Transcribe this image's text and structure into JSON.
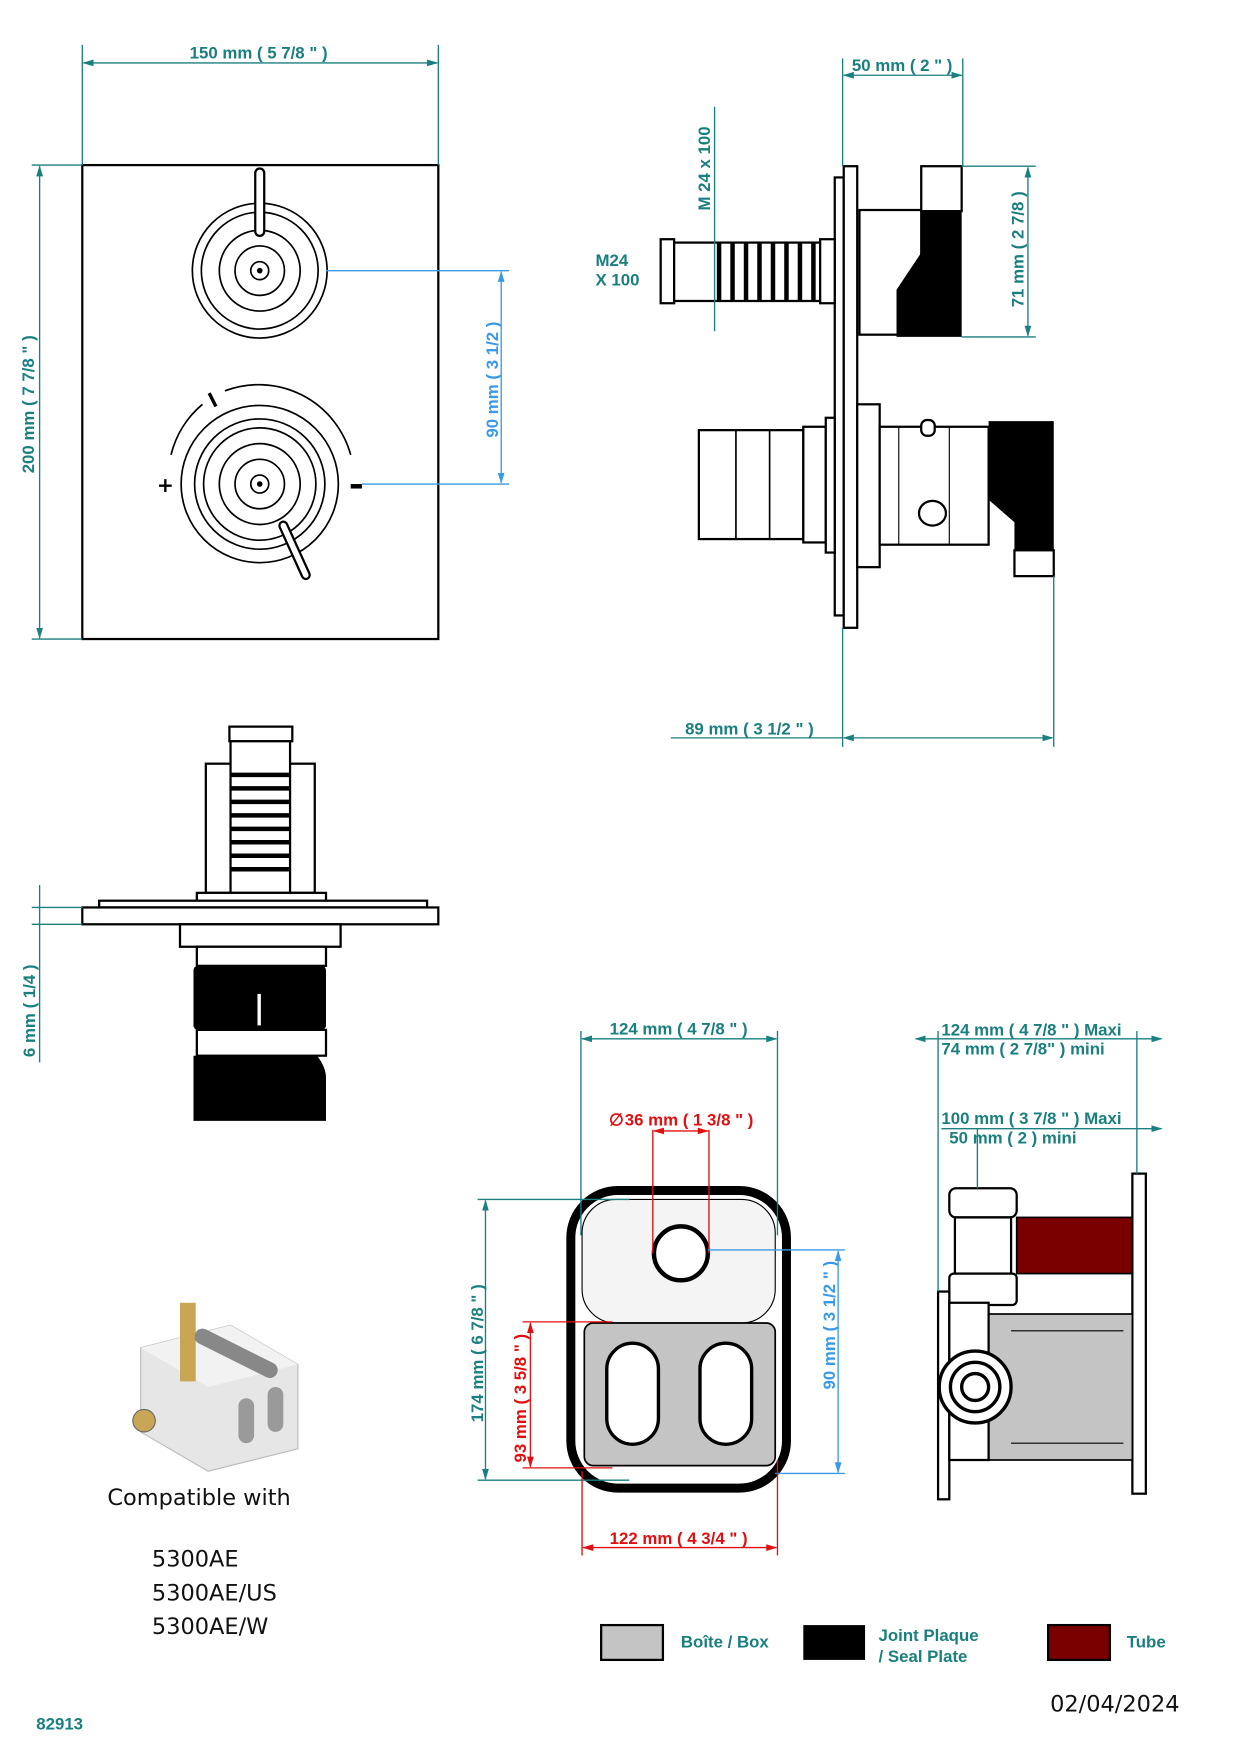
{
  "dimensions": {
    "front_width": "150 mm ( 5 7/8 \" )",
    "front_height": "200 mm ( 7 7/8 \" )",
    "knob_spacing": "90 mm ( 3 1/2 )",
    "side_depth_top": "50 mm ( 2 \" )",
    "thread_vertical": "M 24  x 100",
    "thread_label_line1": "M24",
    "thread_label_line2": "X 100",
    "handle_height": "71 mm ( 2 7/8 )",
    "side_depth_total": "89 mm ( 3 1/2 \" )",
    "plate_thickness": "6 mm ( 1/4 )",
    "box_width": "124 mm ( 4 7/8 \" )",
    "hole_diameter": "36 mm ( 1 3/8 \" )",
    "box_height": "174 mm ( 6 7/8 \" )",
    "box_lower_height": "93 mm ( 3 5/8 \" )",
    "box_hole_offset": "90 mm ( 3 1/2 \" )",
    "box_inner_width": "122 mm ( 4 3/4 \" )",
    "box_depth_max": "124 mm ( 4 7/8 \" )  Maxi",
    "box_depth_min": "74 mm ( 2 7/8\" ) mini",
    "box_inner_depth_max": "100 mm ( 3 7/8 \" )  Maxi",
    "box_inner_depth_min": "50 mm ( 2 ) mini"
  },
  "symbols": {
    "diameter": "∅",
    "plus": "+",
    "minus": "−"
  },
  "compatible": {
    "label": "Compatible with",
    "models": [
      "5300AE",
      "5300AE/US",
      "5300AE/W"
    ]
  },
  "legend": [
    {
      "label": "Boîte / Box",
      "color": "#c4c4c4"
    },
    {
      "label_line1": "Joint Plaque",
      "label_line2": "/ Seal Plate",
      "color": "#000000"
    },
    {
      "label": "Tube",
      "color": "#7a0000"
    }
  ],
  "footer": {
    "product_code": "82913",
    "date": "02/04/2024"
  }
}
